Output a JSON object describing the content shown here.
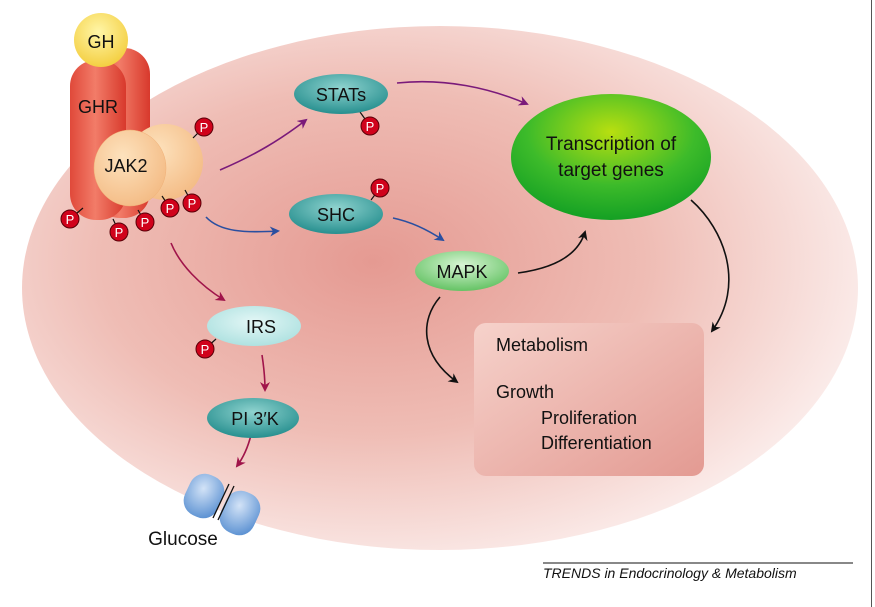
{
  "receptor": {
    "ligand": "GH",
    "receptor": "GHR",
    "kinase": "JAK2",
    "phospho_label": "P"
  },
  "nodes": {
    "stats": "STATs",
    "shc": "SHC",
    "mapk": "MAPK",
    "irs": "IRS",
    "pi3k": "PI 3′K",
    "transcription_line1": "Transcription of",
    "transcription_line2": "target genes",
    "glucose": "Glucose"
  },
  "outcomes": {
    "metabolism": "Metabolism",
    "growth": "Growth",
    "proliferation": "Proliferation",
    "differentiation": "Differentiation"
  },
  "colors": {
    "stats_path": "#7a1a7a",
    "shc_path": "#2a4fa0",
    "irs_path": "#a0144a",
    "generic_arrow": "#111111",
    "phospho": "#d0021b",
    "transcription": "#2fb82f"
  },
  "footer": {
    "source": "TRENDS in Endocrinology & Metabolism"
  }
}
